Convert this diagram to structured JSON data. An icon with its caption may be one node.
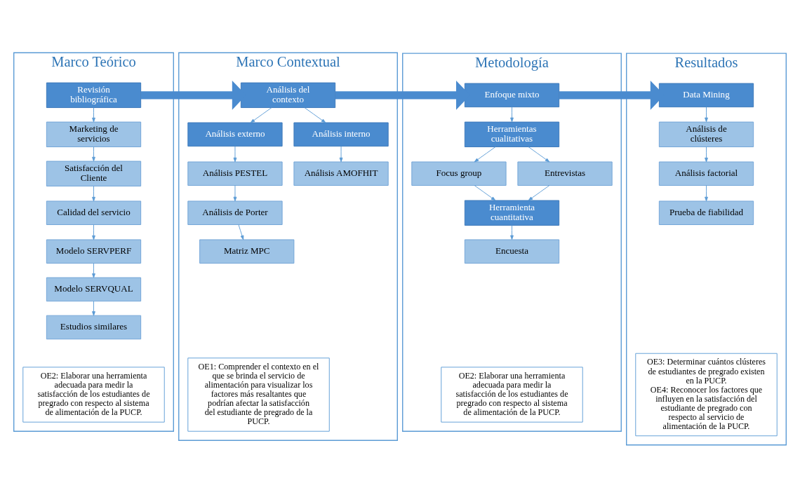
{
  "diagram": {
    "nodes": [
      {
        "text": [
          "Marco Teórico"
        ]
      },
      {
        "text": [
          "Revisión bibliográfica"
        ],
        "in": 0
      },
      {
        "text": [
          "Marketing de servicios"
        ],
        "in": 0
      },
      {
        "text": [
          "Satisfacción del Cliente"
        ],
        "in": 0
      },
      {
        "text": [
          "Calidad del servicio"
        ],
        "in": 0
      },
      {
        "text": [
          "Modelo SERVPERF"
        ],
        "in": 0
      },
      {
        "text": [
          "Modelo SERVQUAL"
        ],
        "in": 0
      },
      {
        "text": [
          "Estudios similares"
        ],
        "in": 0
      },
      {
        "text": [
          "OE2: Elaborar una herramienta adecuada para medir la satisfacción de los estudiantes de pregrado con respecto al sistema de alimentación de la PUCP."
        ],
        "in": 0
      },
      {
        "text": [
          "Marco Contextual"
        ]
      },
      {
        "text": [
          "Análisis del contexto"
        ],
        "in": 9
      },
      {
        "text": [
          "Análisis externo"
        ],
        "in": 9
      },
      {
        "text": [
          "Análisis interno"
        ],
        "in": 9
      },
      {
        "text": [
          "Análisis PESTEL"
        ],
        "in": 9
      },
      {
        "text": [
          "Análisis de Porter"
        ],
        "in": 9
      },
      {
        "text": [
          "Matriz MPC"
        ],
        "in": 9
      },
      {
        "text": [
          "Análisis AMOFHIT"
        ],
        "in": 9
      },
      {
        "text": [
          "OE1: Comprender el contexto en el que se brinda el servicio de alimentación para visualizar los factores más resaltantes que podrían afectar la satisfacción del estudiante de pregrado de la PUCP."
        ],
        "in": 9
      },
      {
        "text": [
          "Metodología"
        ]
      },
      {
        "text": [
          "Enfoque mixto"
        ],
        "in": 18
      },
      {
        "text": [
          "Herramientas cualitativas"
        ],
        "in": 18
      },
      {
        "text": [
          "Focus group"
        ],
        "in": 18
      },
      {
        "text": [
          "Entrevistas"
        ],
        "in": 18
      },
      {
        "text": [
          "Herramienta cuantitativa"
        ],
        "in": 18
      },
      {
        "text": [
          "Encuesta"
        ],
        "in": 18
      },
      {
        "text": [
          "OE2: Elaborar una herramienta adecuada para medir la satisfacción de los estudiantes de pregrado con respecto al sistema de alimentación de la PUCP."
        ],
        "in": 18
      },
      {
        "text": [
          "Resultados"
        ]
      },
      {
        "text": [
          "Data Mining"
        ],
        "in": 26
      },
      {
        "text": [
          "Análisis de clústeres"
        ],
        "in": 26
      },
      {
        "text": [
          "Análisis factorial"
        ],
        "in": 26
      },
      {
        "text": [
          "Prueba de fiabilidad"
        ],
        "in": 26
      },
      {
        "text": [
          "OE3: Determinar cuántos clústeres de estudiantes de pregrado existen en la PUCP.",
          "OE4: Reconocer los factores que influyen en la satisfacción del estudiante de pregrado con respecto al servicio de alimentación de la PUCP."
        ],
        "in": 26
      }
    ],
    "edges": [
      {
        "from": 1,
        "to": 2,
        "arrow": "to"
      },
      {
        "from": 2,
        "to": 3,
        "arrow": "to"
      },
      {
        "from": 3,
        "to": 4,
        "arrow": "to"
      },
      {
        "from": 4,
        "to": 5,
        "arrow": "to"
      },
      {
        "from": 5,
        "to": 6,
        "arrow": "to"
      },
      {
        "from": 6,
        "to": 7,
        "arrow": "to"
      },
      {
        "from": 1,
        "to": 10,
        "arrow": "to",
        "style": "thick"
      },
      {
        "from": 10,
        "to": 11,
        "arrow": "to"
      },
      {
        "from": 10,
        "to": 12,
        "arrow": "to"
      },
      {
        "from": 11,
        "to": 13,
        "arrow": "to"
      },
      {
        "from": 13,
        "to": 14,
        "arrow": "to"
      },
      {
        "from": 14,
        "to": 15,
        "arrow": "to"
      },
      {
        "from": 12,
        "to": 16,
        "arrow": "to"
      },
      {
        "from": 10,
        "to": 19,
        "arrow": "to",
        "style": "thick"
      },
      {
        "from": 19,
        "to": 20,
        "arrow": "to"
      },
      {
        "from": 20,
        "to": 21,
        "arrow": "to"
      },
      {
        "from": 20,
        "to": 22,
        "arrow": "to"
      },
      {
        "from": 21,
        "to": 23,
        "arrow": "to"
      },
      {
        "from": 22,
        "to": 23,
        "arrow": "to"
      },
      {
        "from": 23,
        "to": 24,
        "arrow": "to"
      },
      {
        "from": 19,
        "to": 27,
        "arrow": "to",
        "style": "thick"
      },
      {
        "from": 27,
        "to": 28,
        "arrow": "to"
      },
      {
        "from": 28,
        "to": 29,
        "arrow": "to"
      },
      {
        "from": 29,
        "to": 30,
        "arrow": "to"
      }
    ]
  }
}
